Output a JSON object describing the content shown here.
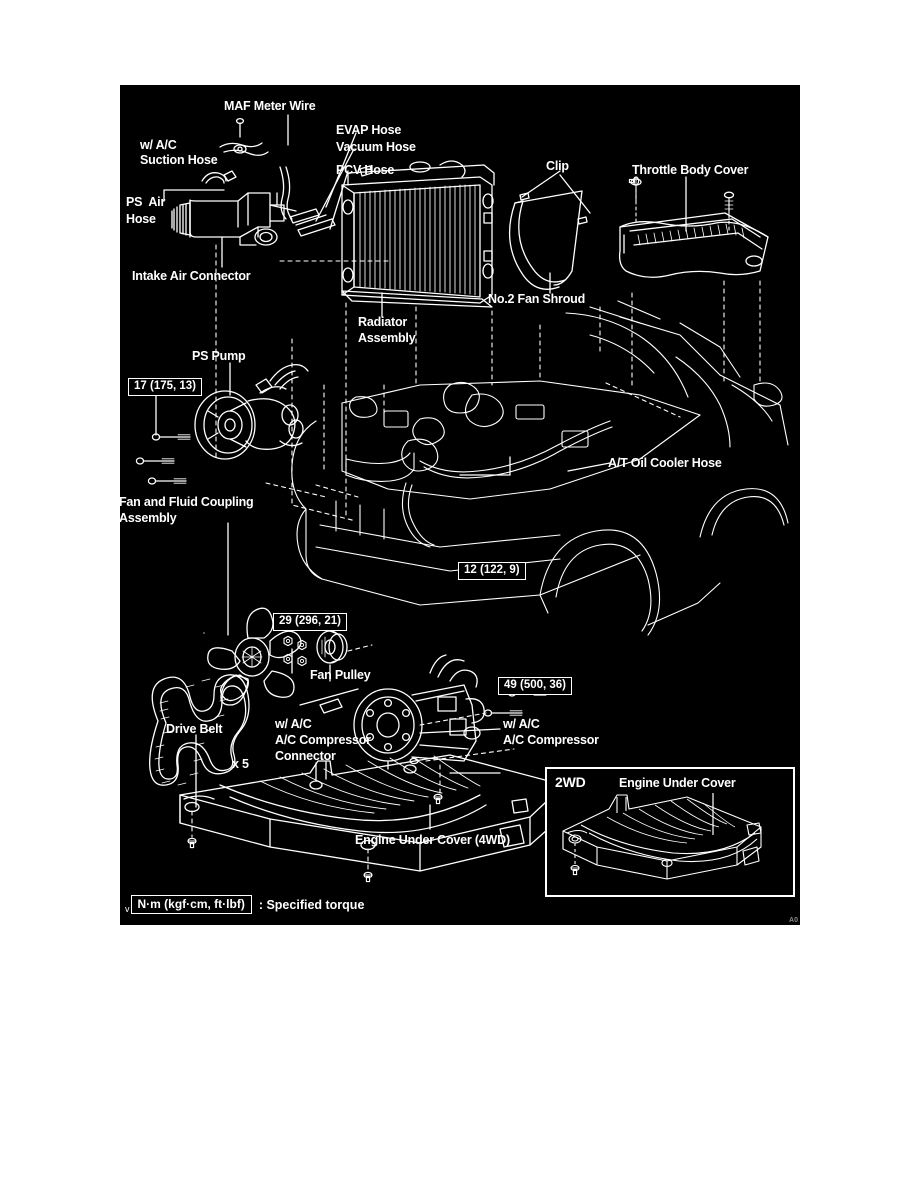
{
  "document": {
    "type": "exploded-parts-diagram",
    "background_color": "#000000",
    "line_color": "#ffffff",
    "page_background": "#ffffff"
  },
  "labels": {
    "maf_meter_wire": "MAF Meter Wire",
    "evap_hose": "EVAP Hose",
    "vacuum_hose": "Vacuum Hose",
    "pcv_hose": "PCV Hose",
    "wac_1": "w/ A/C",
    "suction_hose": "Suction Hose",
    "ps_air_hose_line1": "PS  Air",
    "ps_air_hose_line2": "Hose",
    "intake_air_connector": "Intake Air Connector",
    "radiator_line1": "Radiator",
    "radiator_line2": "Assembly",
    "clip": "Clip",
    "no2_fan_shroud": "No.2 Fan Shroud",
    "throttle_body_cover": "Throttle Body Cover",
    "ps_pump": "PS Pump",
    "fan_fluid_line1": "Fan and Fluid Coupling",
    "fan_fluid_line2": "Assembly",
    "fan_pulley": "Fan Pulley",
    "drive_belt": "Drive Belt",
    "at_oil_cooler_hose": "A/T Oil Cooler Hose",
    "wac_2": "w/ A/C",
    "ac_compressor_connector_line1": "A/C Compressor",
    "ac_compressor_connector_line2": "Connector",
    "wac_3": "w/ A/C",
    "ac_compressor": "A/C Compressor",
    "bolt_count": "x 5",
    "engine_under_cover_4wd": "Engine Under Cover (4WD)"
  },
  "torque_specs": [
    {
      "id": "ps-pump",
      "value": "17 (175, 13)"
    },
    {
      "id": "fan-pulley",
      "value": "29 (296, 21)"
    },
    {
      "id": "radiator",
      "value": "12 (122, 9)"
    },
    {
      "id": "ac-compressor",
      "value": "49 (500, 36)"
    }
  ],
  "inset": {
    "drive_type": "2WD",
    "title": "Engine Under Cover"
  },
  "legend": {
    "units": "N·m (kgf·cm, ft·lbf)",
    "description": ": Specified torque",
    "tick": "v"
  },
  "corner": {
    "mark": "A0"
  }
}
